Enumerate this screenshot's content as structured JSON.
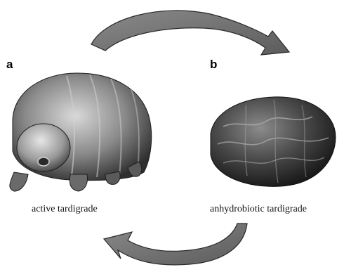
{
  "panels": [
    {
      "letter": "a",
      "caption": "active tardigrade"
    },
    {
      "letter": "b",
      "caption": "anhydrobiotic tardigrade"
    }
  ],
  "arrows": [
    {
      "from": "active tardigrade",
      "to": "anhydrobiotic tardigrade",
      "direction": "clockwise-top"
    },
    {
      "from": "anhydrobiotic tardigrade",
      "to": "active tardigrade",
      "direction": "clockwise-bottom"
    }
  ],
  "colors": {
    "arrow_fill": "#6f6f6f",
    "arrow_stroke": "#2a2a2a",
    "background": "#ffffff"
  }
}
